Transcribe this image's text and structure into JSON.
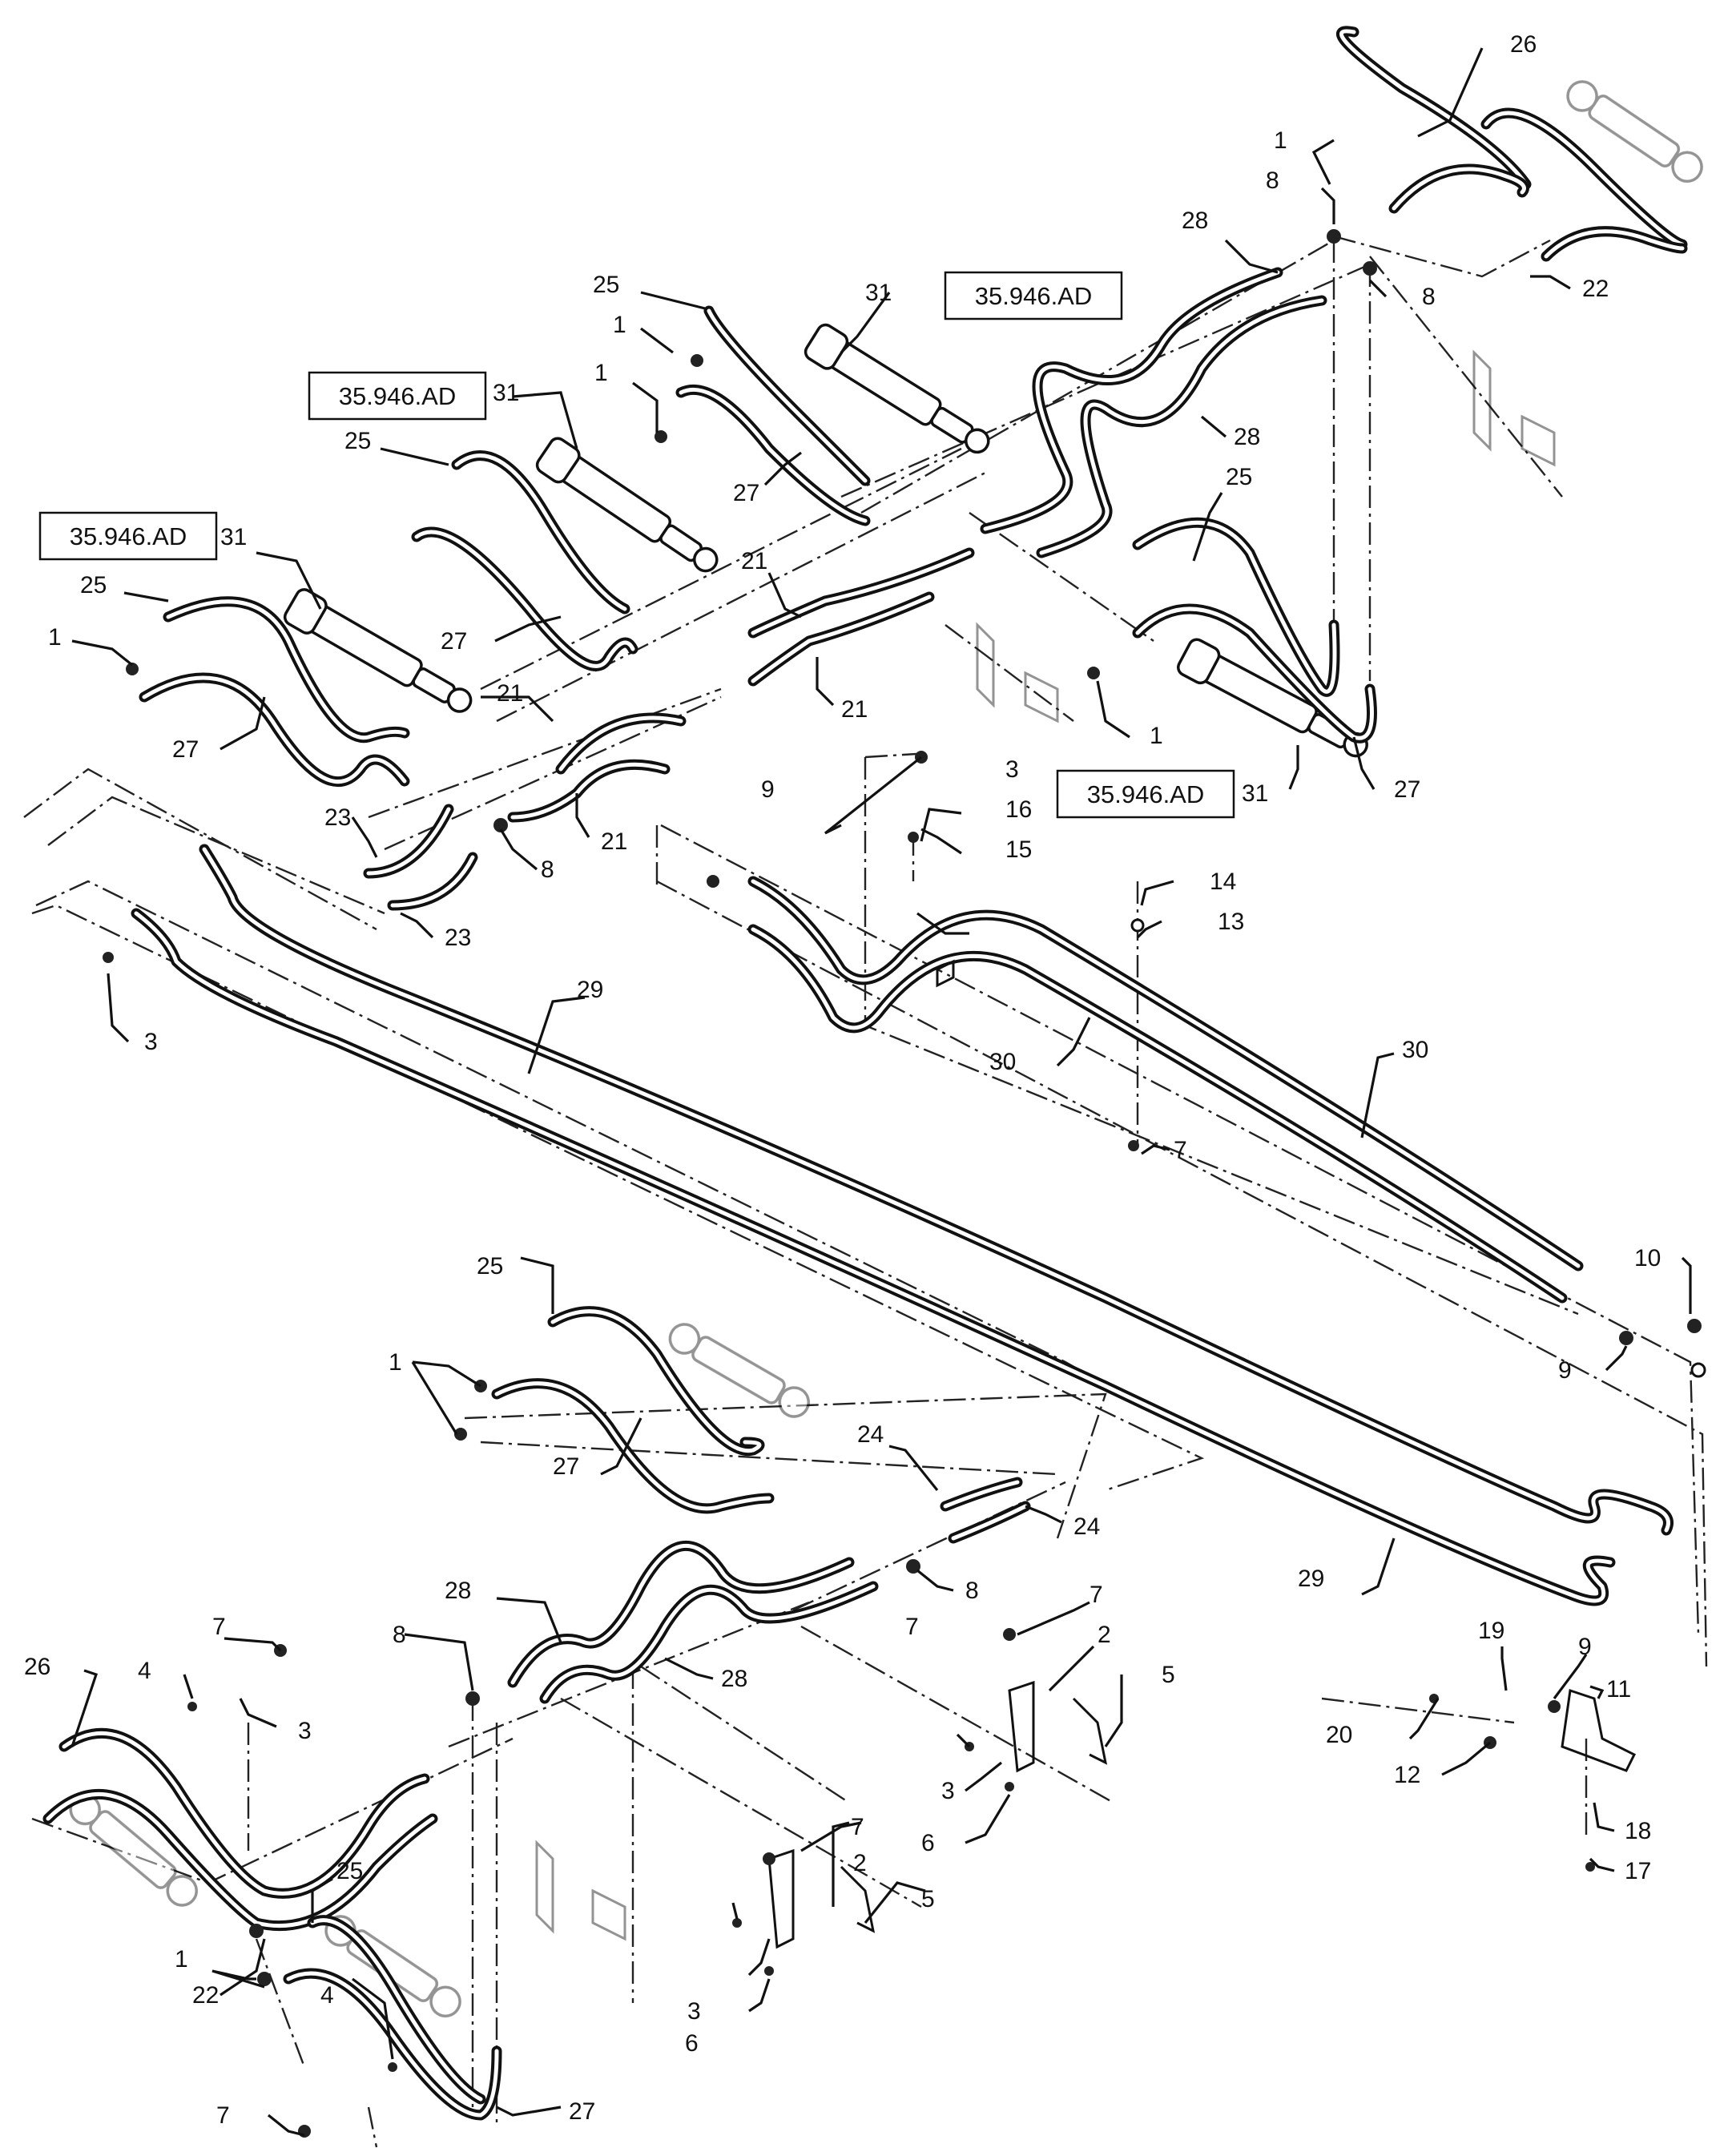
{
  "diagram": {
    "reference_label": "35.946.AD",
    "reference_boxes": [
      {
        "id": "ref-1",
        "text": "35.946.AD"
      },
      {
        "id": "ref-2",
        "text": "35.946.AD"
      },
      {
        "id": "ref-3",
        "text": "35.946.AD"
      },
      {
        "id": "ref-4",
        "text": "35.946.AD"
      }
    ],
    "callouts": [
      "1",
      "1",
      "1",
      "1",
      "1",
      "1",
      "1",
      "2",
      "2",
      "3",
      "3",
      "3",
      "3",
      "3",
      "4",
      "4",
      "5",
      "5",
      "6",
      "6",
      "7",
      "7",
      "7",
      "7",
      "7",
      "7",
      "8",
      "8",
      "8",
      "8",
      "8",
      "9",
      "9",
      "9",
      "10",
      "11",
      "12",
      "13",
      "14",
      "15",
      "16",
      "17",
      "18",
      "19",
      "20",
      "21",
      "21",
      "21",
      "21",
      "22",
      "22",
      "23",
      "23",
      "24",
      "24",
      "25",
      "25",
      "25",
      "25",
      "25",
      "25",
      "26",
      "26",
      "27",
      "27",
      "27",
      "27",
      "27",
      "27",
      "28",
      "28",
      "28",
      "28",
      "29",
      "29",
      "30",
      "30",
      "31",
      "31",
      "31",
      "31"
    ]
  }
}
